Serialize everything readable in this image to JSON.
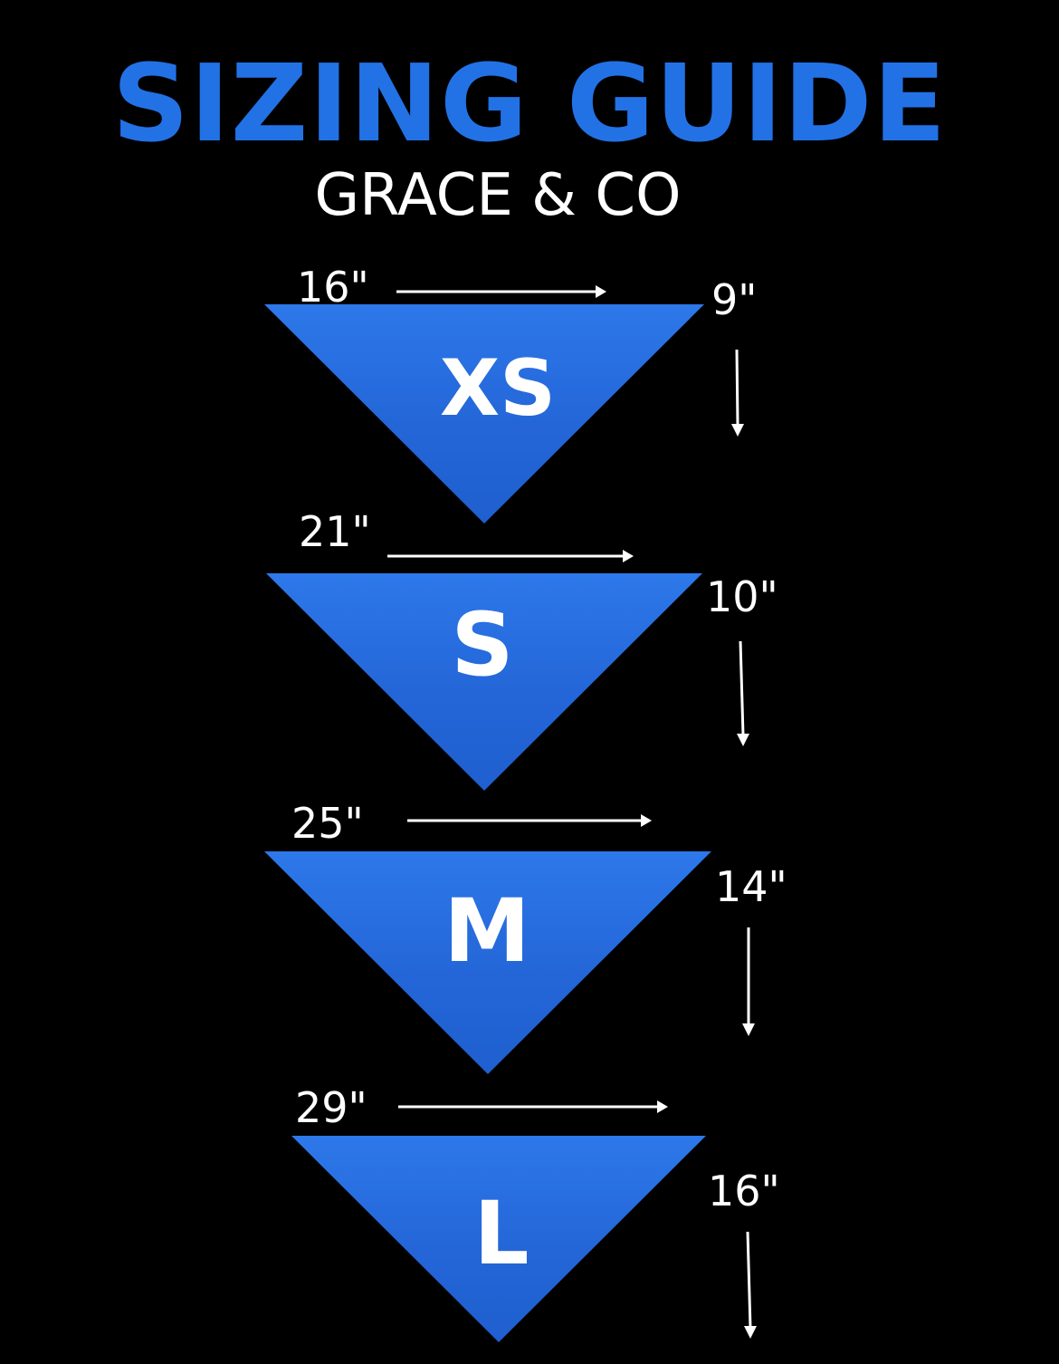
{
  "header": {
    "title": "SIZING GUIDE",
    "subtitle": "GRACE & CO"
  },
  "colors": {
    "background": "#000000",
    "accent": "#2272e6",
    "text": "#ffffff"
  },
  "sizes": [
    {
      "label": "XS",
      "width": "16\"",
      "length": "9\""
    },
    {
      "label": "S",
      "width": "21\"",
      "length": "10\""
    },
    {
      "label": "M",
      "width": "25\"",
      "length": "14\""
    },
    {
      "label": "L",
      "width": "29\"",
      "length": "16\""
    }
  ]
}
